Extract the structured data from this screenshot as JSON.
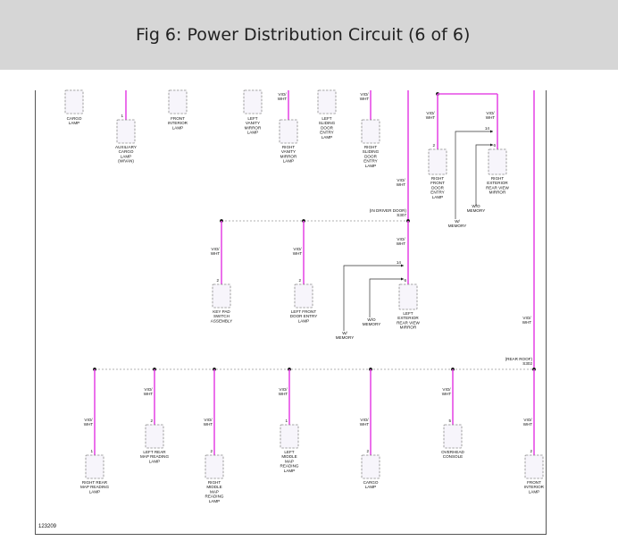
{
  "header": {
    "title": "Fig 6: Power Distribution Circuit (6 of 6)"
  },
  "figure_id": "123209",
  "colors": {
    "wire": "#e64ce6",
    "wire_dark": "#333333",
    "frame": "#555555",
    "header_bg": "#d6d6d6"
  },
  "wires": {
    "vio_wht": [
      "VIO/",
      "WHT"
    ]
  },
  "splices": {
    "driver_door": [
      "(IN DRIVER DOOR)",
      "S307"
    ],
    "rear_roof": [
      "(REAR ROOF)",
      "S302"
    ]
  },
  "memory_labels": {
    "w_memory": [
      "W/",
      "MEMORY"
    ],
    "wo_memory": [
      "W/O",
      "MEMORY"
    ]
  },
  "components": {
    "cargo_lamp_top": [
      "CARGO",
      "LAMP"
    ],
    "aux_cargo": [
      "AUXILIARY",
      "CARGO",
      "LAMP",
      "(W/VAN)"
    ],
    "front_interior_top": [
      "FRONT",
      "INTERIOR",
      "LAMP"
    ],
    "left_vanity": [
      "LEFT",
      "VANITY",
      "MIRROR",
      "LAMP"
    ],
    "right_vanity": [
      "RIGHT",
      "VANITY",
      "MIRROR",
      "LAMP"
    ],
    "left_sliding": [
      "LEFT",
      "SLIDING",
      "DOOR",
      "ENTRY",
      "LAMP"
    ],
    "right_sliding": [
      "RIGHT",
      "SLIDING",
      "DOOR",
      "ENTRY",
      "LAMP"
    ],
    "right_front_door": [
      "RIGHT",
      "FRONT",
      "DOOR",
      "ENTRY",
      "LAMP"
    ],
    "right_ext_mirror": [
      "RIGHT",
      "EXTERIOR",
      "REAR VIEW",
      "MIRROR"
    ],
    "key_pad": [
      "KEY PAD",
      "SWITCH",
      "ASSEMBLY"
    ],
    "left_front_door": [
      "LEFT FRONT",
      "DOOR ENTRY",
      "LAMP"
    ],
    "left_ext_mirror": [
      "LEFT",
      "EXTERIOR",
      "REAR VIEW",
      "MIRROR"
    ],
    "right_rear_map": [
      "RIGHT REAR",
      "MAP READING",
      "LAMP"
    ],
    "left_rear_map": [
      "LEFT REAR",
      "MAP READING",
      "LAMP"
    ],
    "right_middle_map": [
      "RIGHT",
      "MIDDLE",
      "MAP",
      "READING",
      "LAMP"
    ],
    "left_middle_map": [
      "LEFT",
      "MIDDLE",
      "MAP",
      "READING",
      "LAMP"
    ],
    "cargo_lamp_bottom": [
      "CARGO",
      "LAMP"
    ],
    "overhead_console": [
      "OVERHEAD",
      "CONSOLE"
    ],
    "front_interior_bottom": [
      "FRONT",
      "INTERIOR",
      "LAMP"
    ]
  },
  "pins": {
    "p1": "1",
    "p2": "2",
    "p5": "5",
    "p6": "6",
    "p14": "14"
  }
}
